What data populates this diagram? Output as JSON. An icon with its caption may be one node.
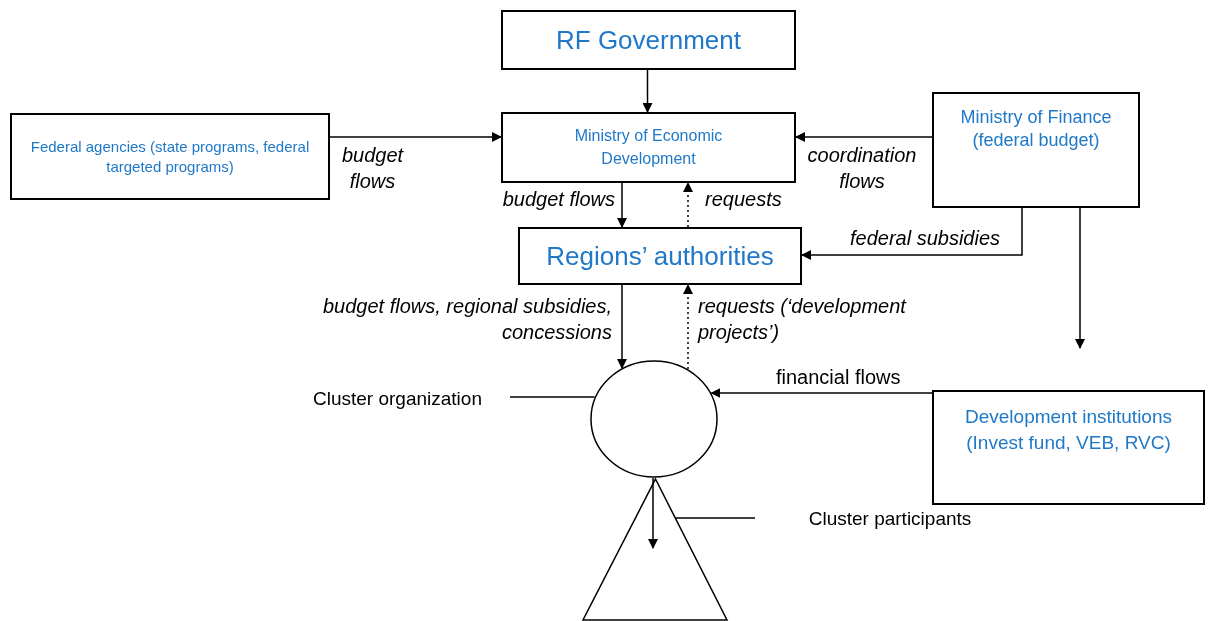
{
  "diagram": {
    "nodes": [
      {
        "text": [
          "RF Government"
        ]
      },
      {
        "text": [
          "Federal agencies (state programs, federal targeted programs)"
        ]
      },
      {
        "text": [
          "Ministry of Economic Development"
        ]
      },
      {
        "text": [
          "Ministry of Finance (federal budget)"
        ]
      },
      {
        "text": [
          "Regions’ authorities"
        ]
      },
      {
        "text": [
          "Cluster organization"
        ]
      },
      {
        "text": [],
        "shape": "circle"
      },
      {
        "text": [
          "Development institutions (Invest fund, VEB, RVC)"
        ]
      },
      {
        "text": [
          "Cluster participants"
        ]
      },
      {
        "text": [],
        "shape": "triangle"
      }
    ],
    "edges": [
      {
        "from": 0,
        "to": 2,
        "arrow": "to"
      },
      {
        "from": 1,
        "to": 2,
        "arrow": "to",
        "label": "budget flows"
      },
      {
        "from": 3,
        "to": 2,
        "arrow": "to",
        "label": "coordination flows"
      },
      {
        "from": 2,
        "to": 4,
        "arrow": "to",
        "label": "budget flows"
      },
      {
        "from": 4,
        "to": 2,
        "arrow": "to",
        "label": "requests",
        "style": "dashed"
      },
      {
        "from": 3,
        "to": 4,
        "arrow": "to",
        "label": "federal subsidies"
      },
      {
        "from": 3,
        "to": null,
        "arrow": "to"
      },
      {
        "from": 4,
        "to": 6,
        "arrow": "to",
        "label": "budget flows, regional subsidies, concessions"
      },
      {
        "from": 6,
        "to": 4,
        "arrow": "to",
        "label": "requests (‘development projects’)",
        "style": "dashed"
      },
      {
        "from": 7,
        "to": 6,
        "arrow": "to",
        "label": "financial flows"
      },
      {
        "from": 5,
        "to": 6,
        "arrow": "none"
      },
      {
        "from": 8,
        "to": 9,
        "arrow": "none"
      },
      {
        "from": 6,
        "to": 9,
        "arrow": "to"
      }
    ]
  }
}
